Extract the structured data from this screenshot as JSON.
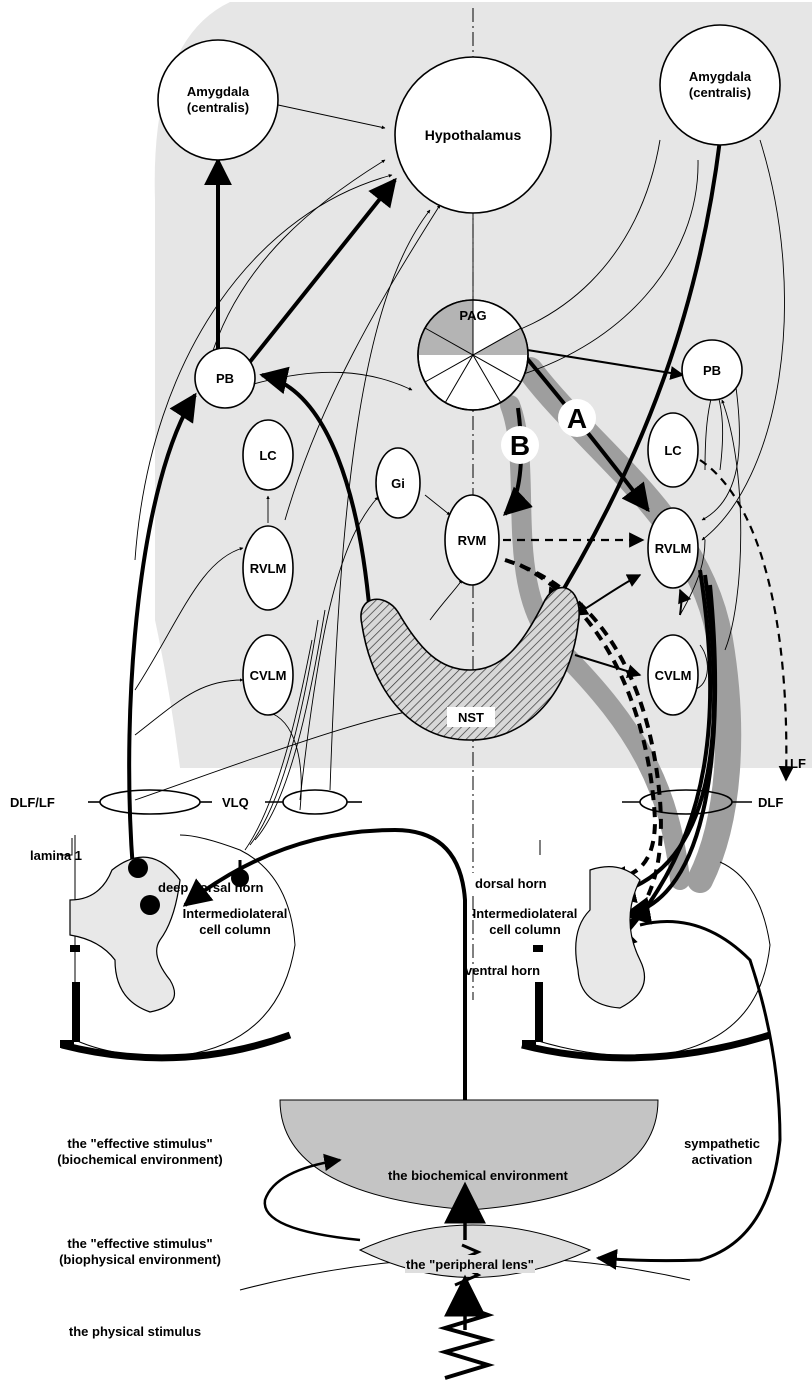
{
  "nodes": {
    "amygdala_left": [
      "Amygdala",
      "(centralis)"
    ],
    "amygdala_right": [
      "Amygdala",
      "(centralis)"
    ],
    "hypothalamus": "Hypothalamus",
    "pag": "PAG",
    "pb_left": "PB",
    "pb_right": "PB",
    "lc_left": "LC",
    "lc_right": "LC",
    "gi": "Gi",
    "rvm": "RVM",
    "rvlm_left": "RVLM",
    "rvlm_right": "RVLM",
    "cvlm_left": "CVLM",
    "cvlm_right": "CVLM",
    "nst": "NST"
  },
  "pathways": {
    "a": "A",
    "b": "B",
    "lf_right": "LF"
  },
  "tracts": {
    "dlf_lf": "DLF/LF",
    "vlq": "VLQ",
    "dlf": "DLF"
  },
  "spinal_left": {
    "lamina1": "lamina 1",
    "deep_dorsal_horn": "deep dorsal horn",
    "iml": [
      "Intermediolateral",
      "cell column"
    ]
  },
  "spinal_right": {
    "dorsal_horn": "dorsal horn",
    "iml": [
      "Intermediolateral",
      "cell column"
    ],
    "ventral_horn": "ventral horn"
  },
  "periphery": {
    "biochemical_env": "the biochemical environment",
    "peripheral_lens": "the \"peripheral lens\"",
    "sympathetic": [
      "sympathetic",
      "activation"
    ]
  },
  "left_labels": {
    "effective_biochem": [
      "the \"effective stimulus\"",
      "(biochemical environment)"
    ],
    "effective_biophys": [
      "the \"effective stimulus\"",
      "(biophysical environment)"
    ],
    "physical": "the physical stimulus"
  },
  "colors": {
    "brain_bg": "#e6e6e6",
    "band": "#9e9e9e",
    "pag_shade": "#b4b4b4",
    "cord": "#e8e8e8",
    "biochem": "#c4c4c4",
    "lens": "#dedede"
  }
}
